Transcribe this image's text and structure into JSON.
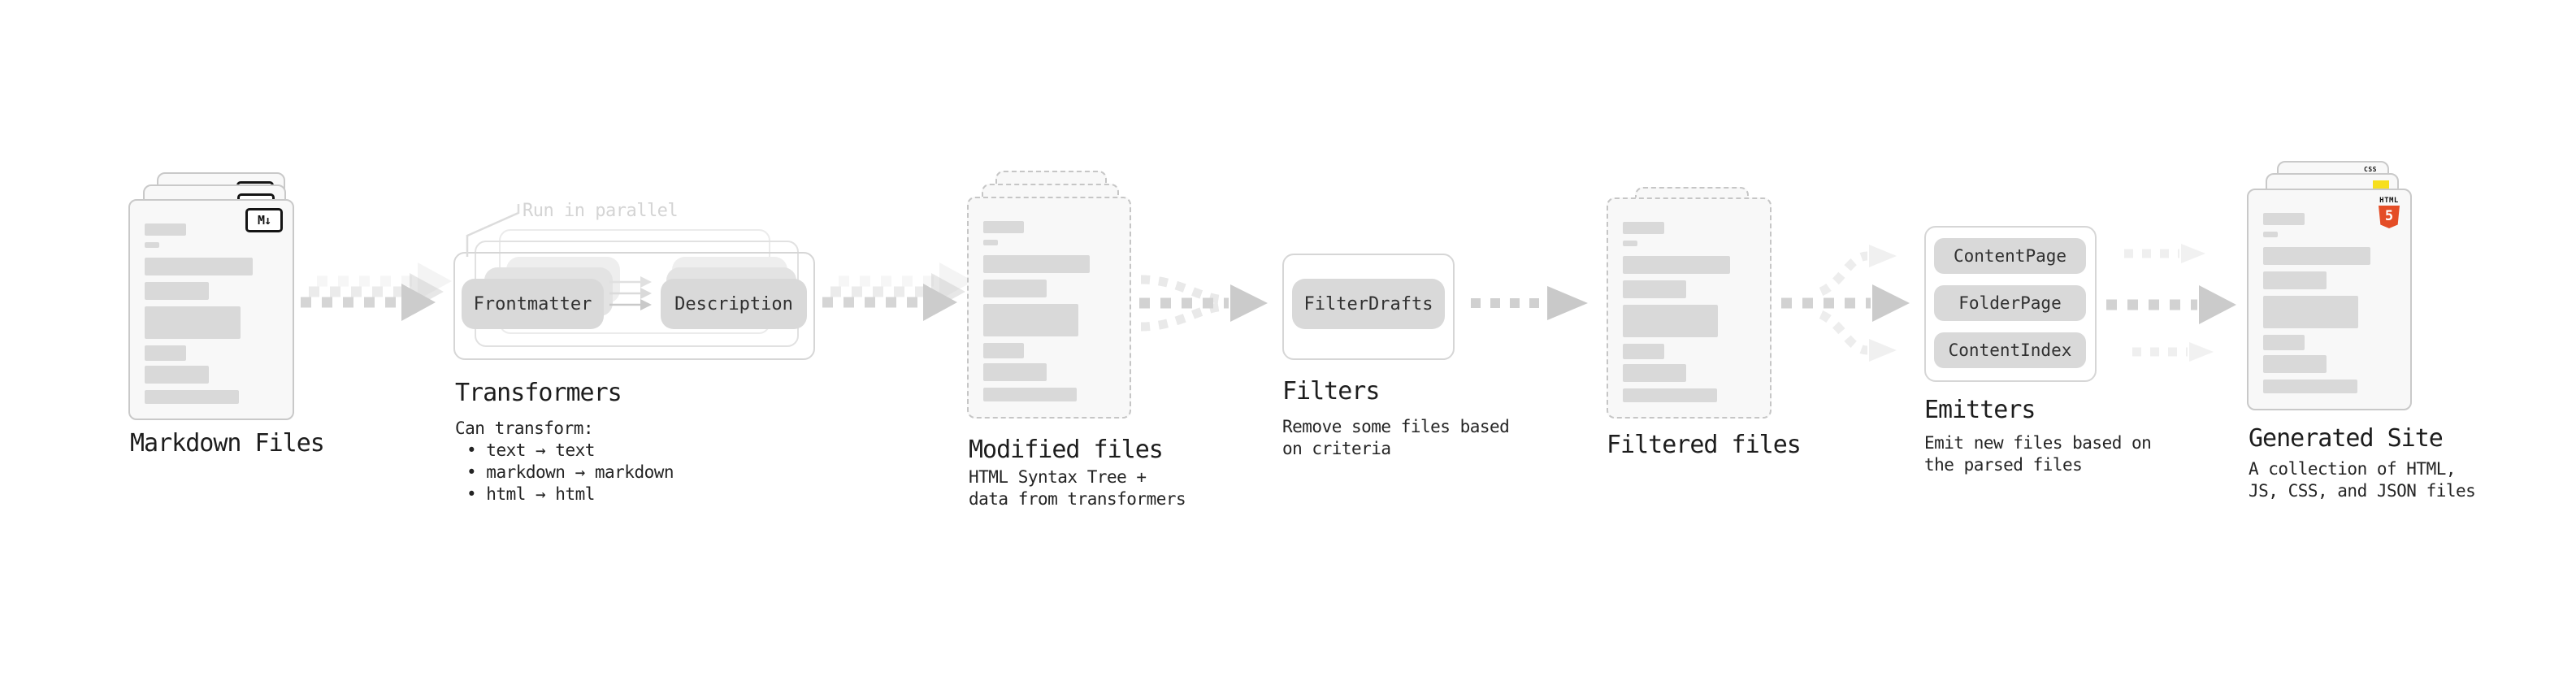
{
  "colors": {
    "background": "#ffffff",
    "doc_fill": "#f8f8f8",
    "doc_border": "#c9c9c9",
    "placeholder_bar": "#d9d9d9",
    "pill_fill": "#d9d9d9",
    "pill_text": "#303030",
    "frame_border": "#d6d6d6",
    "title_text": "#1d1d1d",
    "body_text": "#242424",
    "note_text": "#d4d4d4",
    "arrow_gray": "#cbcbcb",
    "arrow_faint": "#efefef",
    "html5_orange": "#e44d26",
    "js_yellow": "#f7df1e",
    "css_blue": "#2965f1"
  },
  "doc": {
    "line_widths_pct": [
      31,
      11,
      81,
      48,
      72,
      31,
      48,
      71
    ],
    "line_heights": [
      15,
      7,
      22,
      22,
      40,
      19,
      22,
      17
    ],
    "line_gaps": [
      8,
      12,
      8,
      8,
      8,
      6,
      8,
      0
    ]
  },
  "icons": {
    "markdown": "markdown-icon",
    "css": "css-icon",
    "js": "js-icon",
    "html5": "html5-icon"
  },
  "stages": {
    "markdown": {
      "title": "Markdown Files",
      "badge": "M↓"
    },
    "transformers": {
      "title": "Transformers",
      "note": "Run in parallel",
      "pills": {
        "a": "Frontmatter",
        "b": "Description"
      },
      "body": "Can transform:",
      "items": [
        "text → text",
        "markdown → markdown",
        "html → html"
      ]
    },
    "modified": {
      "title": "Modified files",
      "body": "HTML Syntax Tree +\ndata from transformers"
    },
    "filters": {
      "title": "Filters",
      "pill": "FilterDrafts",
      "body": "Remove some files based\non criteria"
    },
    "filtered": {
      "title": "Filtered files"
    },
    "emitters": {
      "title": "Emitters",
      "pills": [
        "ContentPage",
        "FolderPage",
        "ContentIndex"
      ],
      "body": "Emit new files based on\nthe parsed files"
    },
    "generated": {
      "title": "Generated Site",
      "body": "A collection of HTML,\nJS, CSS, and JSON files",
      "badges": {
        "css": "CSS",
        "html_word": "HTML",
        "html_five": "5"
      }
    }
  }
}
